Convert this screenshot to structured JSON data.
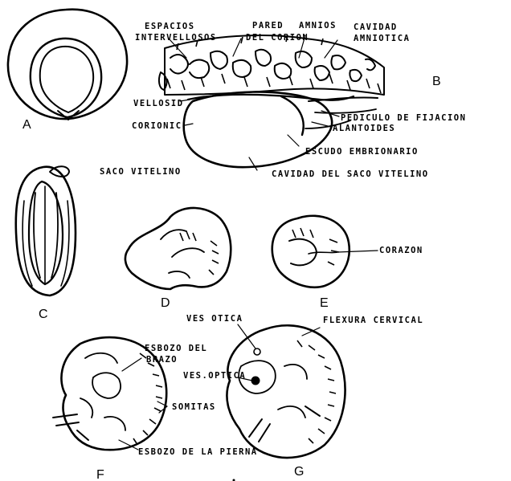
{
  "panels": {
    "a": "A",
    "b": "B",
    "c": "C",
    "d": "D",
    "e": "E",
    "f": "F",
    "g": "G"
  },
  "labels": {
    "espacios": "ESPACIOS",
    "intervellosos": "INTERVELLOSOS",
    "pared": "PARED",
    "del_corion": "DEL CORION",
    "amnios": "AMNIOS",
    "cavidad": "CAVIDAD",
    "amniotica": "AMNIOTICA",
    "vellosid": "VELLOSID",
    "corionic": "CORIONIC",
    "pediculo": "PEDICULO DE FIJACION",
    "alantoides": "ALANTOIDES",
    "escudo": "ESCUDO EMBRIONARIO",
    "saco_vitelino": "SACO VITELINO",
    "cavidad_saco": "CAVIDAD DEL SACO VITELINO",
    "corazon": "CORAZON",
    "ves_otica": "VES OTICA",
    "flexura": "FLEXURA CERVICAL",
    "esbozo_brazo_1": "ESBOZO DEL",
    "esbozo_brazo_2": "BRAZO",
    "ves_optica": "VES.OPTICA",
    "somitas": "SOMITAS",
    "esbozo_pierna": "ESBOZO DE LA PIERNA"
  }
}
